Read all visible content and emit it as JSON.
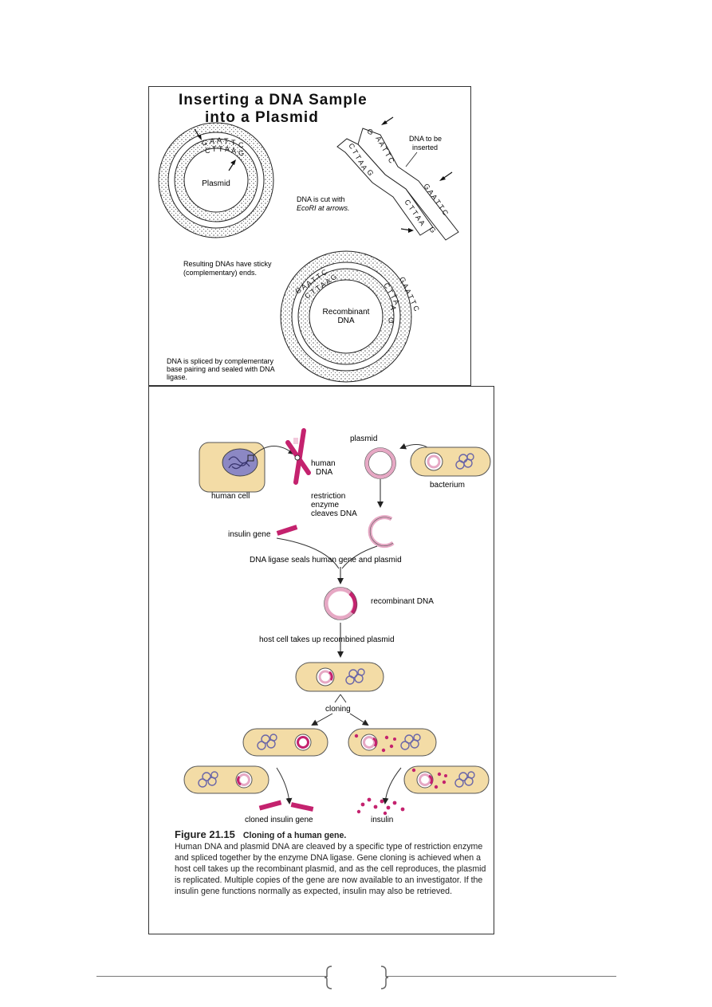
{
  "top_panel": {
    "title_line1": "Inserting a DNA Sample",
    "title_line2": "into a Plasmid",
    "labels": {
      "plasmid": "Plasmid",
      "dna_to_insert": [
        "DNA to be",
        "inserted"
      ],
      "cut": [
        "DNA is cut with",
        "EcoRI at arrows."
      ],
      "sticky": [
        "Resulting DNAs have sticky",
        "(complementary) ends."
      ],
      "recombinant": [
        "Recombinant",
        "DNA"
      ],
      "spliced": [
        "DNA is spliced by complementary",
        "base pairing and sealed with DNA",
        "ligase."
      ]
    },
    "seq_outer": [
      "G",
      "A",
      "A",
      "T",
      "T",
      "C"
    ],
    "seq_inner": [
      "C",
      "T",
      "T",
      "A",
      "A",
      "G"
    ]
  },
  "bottom_panel": {
    "labels": {
      "plasmid": "plasmid",
      "human_dna": [
        "human",
        "DNA"
      ],
      "human_cell": "human cell",
      "bacterium": "bacterium",
      "restriction": [
        "restriction",
        "enzyme",
        "cleaves DNA"
      ],
      "insulin_gene": "insulin gene",
      "ligase": "DNA ligase seals human gene and plasmid",
      "recombinant_dna": "recombinant DNA",
      "host_cell": "host cell takes up recombined plasmid",
      "cloning": "cloning",
      "cloned_gene": "cloned insulin gene",
      "insulin": "insulin"
    },
    "caption": {
      "number": "Figure 21.15",
      "title": "Cloning of a human gene.",
      "body": "Human DNA and plasmid DNA are cleaved by a specific type of restriction enzyme and spliced together by the enzyme DNA ligase. Gene cloning is achieved when a host cell takes up the recombinant plasmid, and as the cell reproduces, the plasmid is replicated. Multiple copies of the gene are now available to an investigator. If the insulin gene functions normally as expected, insulin may also be retrieved."
    }
  },
  "colors": {
    "cell_fill": "#f3dca6",
    "magenta": "#c4226e",
    "pink": "#f2c9dc",
    "nucleus": "#8c88c4"
  }
}
